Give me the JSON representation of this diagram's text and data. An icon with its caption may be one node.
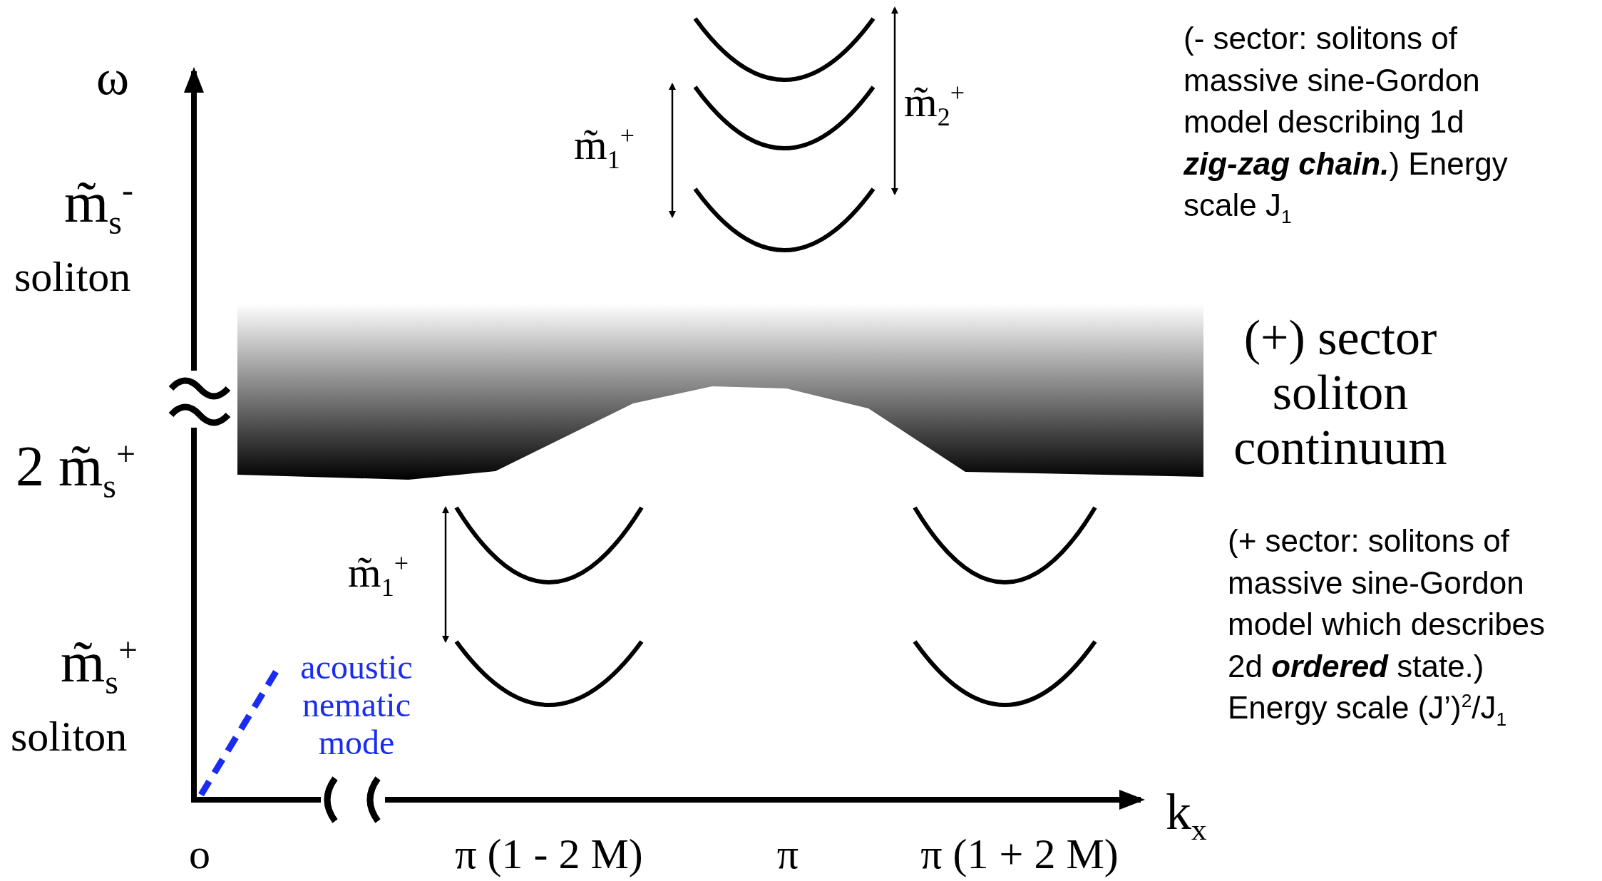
{
  "diagram": {
    "labels": [
      "ω",
      "m̃$_{1}$$^{+}$",
      "m̃$_{2}$$^{+}$",
      "(- sector: solitons of massive sine-Gordon model describing 1d **zig-zag chain.**) Energy scale J$_{1}$",
      "m̃$_{s}$$^{-}$",
      "soliton",
      "(+) sector soliton continuum",
      "2 m̃$_{s}$$^{+}$",
      "m̃$_{1}$$^{+}$",
      "(+ sector: solitons of massive sine-Gordon model which describes 2d **ordered** state.) Energy scale (J’)$^{2}$/J$_{1}$",
      "m̃$_{s}$$^{+}$",
      "acoustic nematic mode",
      "soliton",
      "k$_{x}$",
      "o",
      "π (1 - 2 M)",
      "π",
      "π (1 + 2 M)"
    ]
  }
}
